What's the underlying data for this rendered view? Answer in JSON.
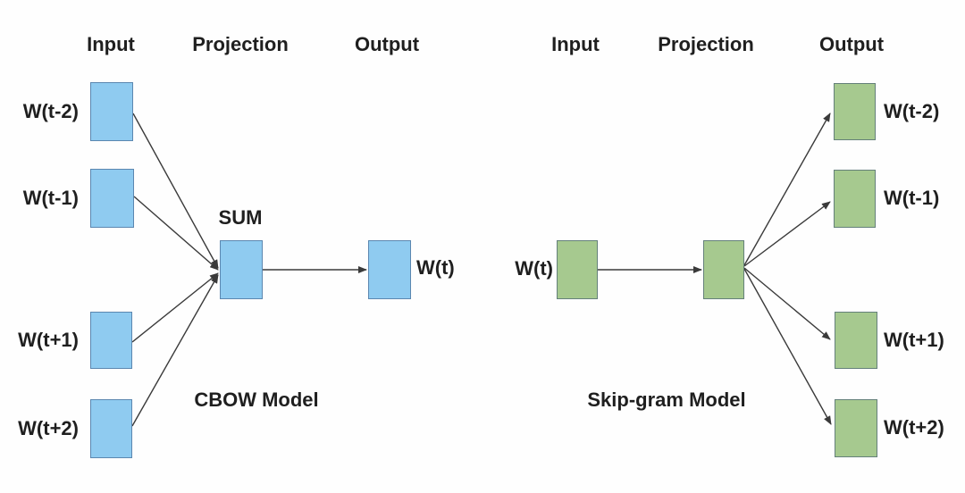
{
  "cbow": {
    "column_headers": [
      "Input",
      "Projection",
      "Output"
    ],
    "input_labels": [
      "W(t-2)",
      "W(t-1)",
      "W(t+1)",
      "W(t+2)"
    ],
    "projection_label": "SUM",
    "output_label": "W(t)",
    "title": "CBOW Model"
  },
  "skipgram": {
    "column_headers": [
      "Input",
      "Projection",
      "Output"
    ],
    "input_label": "W(t)",
    "output_labels": [
      "W(t-2)",
      "W(t-1)",
      "W(t+1)",
      "W(t+2)"
    ],
    "title": "Skip-gram Model"
  },
  "colors": {
    "background": "#FEFEFE",
    "text": "#1F1F1F",
    "connector_line": "#3A3A3A",
    "cbow_box_fill": "#8FCBF0",
    "cbow_box_border": "#5B87B0",
    "skipgram_box_fill": "#A6C98F",
    "skipgram_box_border": "#64807A"
  }
}
